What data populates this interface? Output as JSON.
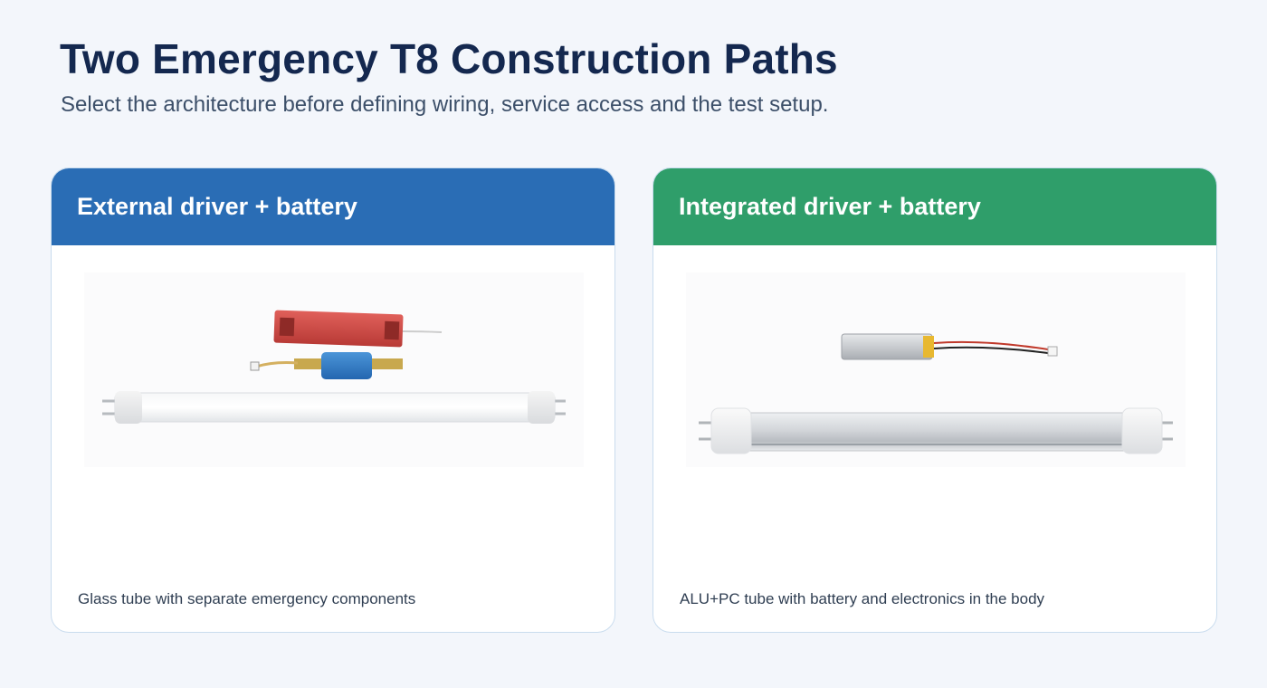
{
  "page": {
    "title": "Two Emergency T8 Construction Paths",
    "subtitle": "Select the architecture before defining wiring, service access and the test setup."
  },
  "cards": [
    {
      "header": "External driver + battery",
      "header_color": "#2a6db5",
      "caption": "Glass tube with separate emergency components",
      "image_parts": [
        "emergency-driver-module",
        "battery-pack",
        "t8-glass-tube"
      ]
    },
    {
      "header": "Integrated driver + battery",
      "header_color": "#2f9e6a",
      "caption": "ALU+PC tube with battery and electronics in the body",
      "image_parts": [
        "lipo-battery-cell",
        "t8-alu-pc-tube"
      ]
    }
  ],
  "colors": {
    "background": "#f3f6fb",
    "title": "#14284f",
    "subtitle": "#3c4f69",
    "card_border": "#c9dcee"
  }
}
